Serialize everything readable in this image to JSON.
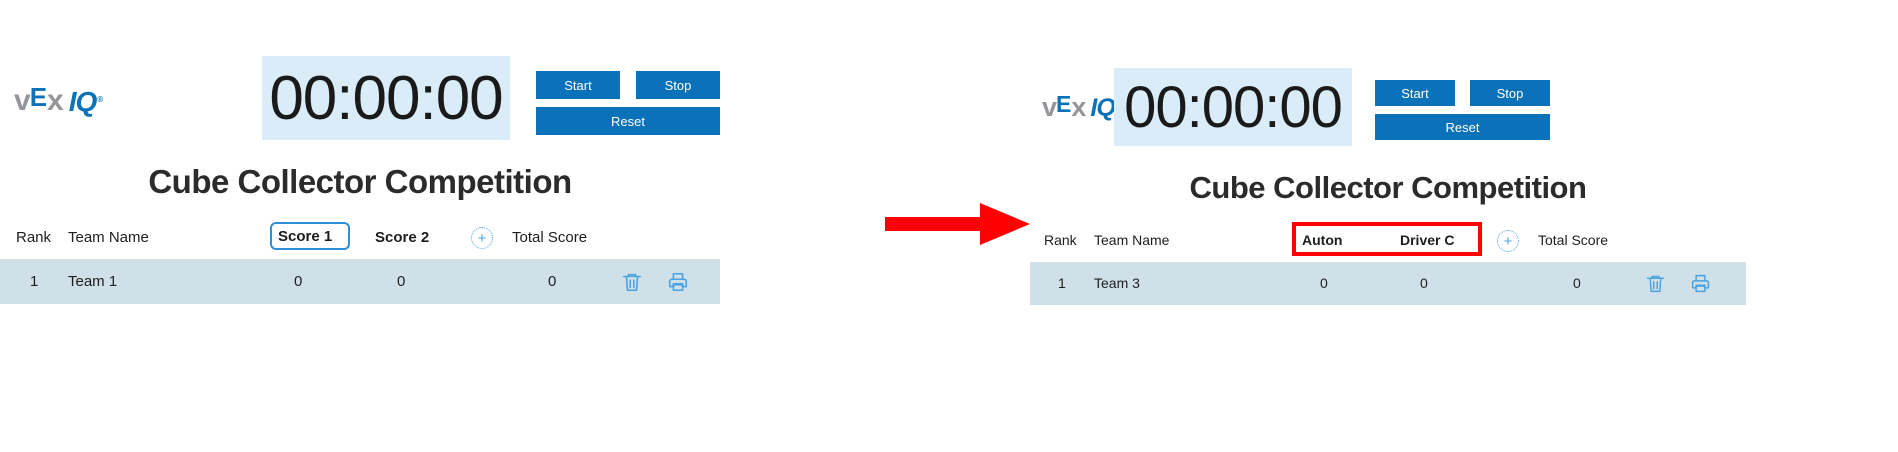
{
  "brand": {
    "v": "v",
    "e": "E",
    "x": "x",
    "iq": "IQ",
    "tm": "®",
    "alt": "VEX IQ"
  },
  "panels": [
    {
      "id": "before",
      "timer": {
        "value": "00:00:00"
      },
      "controls": {
        "start": "Start",
        "stop": "Stop",
        "reset": "Reset"
      },
      "title": "Cube Collector Competition",
      "table": {
        "columns": [
          "Rank",
          "Team Name",
          "Score 1",
          "Score 2",
          "Total Score"
        ],
        "add_column_icon": "plus-circle-icon",
        "highlighted_column": "Score 1",
        "rows": [
          {
            "rank": "1",
            "team": "Team 1",
            "score1": "0",
            "score2": "0",
            "total": "0",
            "delete_icon": "trash-icon",
            "print_icon": "printer-icon"
          }
        ]
      }
    },
    {
      "id": "after",
      "timer": {
        "value": "00:00:00"
      },
      "controls": {
        "start": "Start",
        "stop": "Stop",
        "reset": "Reset"
      },
      "title": "Cube Collector Competition",
      "table": {
        "columns": [
          "Rank",
          "Team Name",
          "Auton",
          "Driver C",
          "Total Score"
        ],
        "add_column_icon": "plus-circle-icon",
        "annotated_columns": [
          "Auton",
          "Driver C"
        ],
        "rows": [
          {
            "rank": "1",
            "team": "Team 3",
            "score1": "0",
            "score2": "0",
            "total": "0",
            "delete_icon": "trash-icon",
            "print_icon": "printer-icon"
          }
        ]
      }
    }
  ],
  "annotation": {
    "arrow": "right-arrow",
    "arrow_color": "#ff0000",
    "box_color": "#ff0000"
  },
  "colors": {
    "brand_blue": "#0b72b9",
    "brand_gray": "#939598",
    "timer_bg": "#d9ecf7",
    "row_bg": "#cfe0e8",
    "icon_blue": "#4aa3e0",
    "focus_blue": "#2f8fd8",
    "accent_red": "#ff0000"
  }
}
